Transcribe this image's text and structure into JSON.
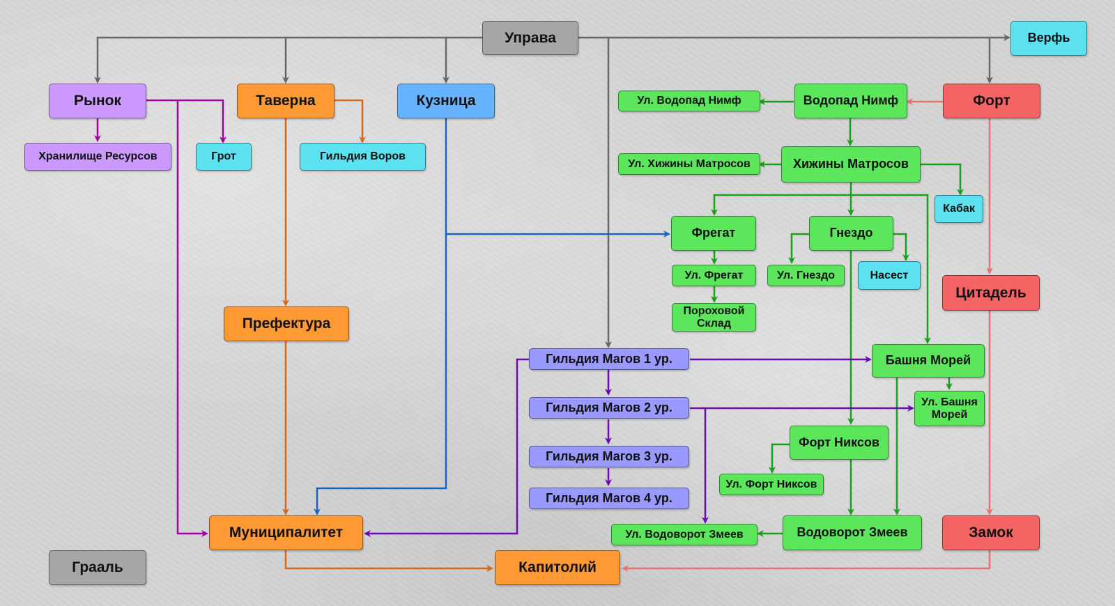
{
  "colors": {
    "gray": "#a6a6a6",
    "purple": "#cc99ff",
    "orange": "#ff9933",
    "blue": "#66b3ff",
    "cyan": "#5ce1f0",
    "green": "#5ce65c",
    "red": "#f56464",
    "violet": "#9999ff",
    "edge_gray": "#666666",
    "edge_purple": "#a000a0",
    "edge_orange": "#d2691e",
    "edge_blue": "#1565c0",
    "edge_green": "#1b9e1b",
    "edge_red": "#e57373",
    "edge_violet": "#6a0dad"
  },
  "nodes": {
    "uprava": "Управа",
    "verf": "Верфь",
    "rynok": "Рынок",
    "taverna": "Таверна",
    "kuznica": "Кузница",
    "ul_vodopad": "Ул. Водопад Нимф",
    "vodopad": "Водопад Нимф",
    "fort": "Форт",
    "hranilishe": "Хранилище Ресурсов",
    "grot": "Грот",
    "gildiya_vorov": "Гильдия Воров",
    "ul_hizhiny": "Ул. Хижины Матросов",
    "hizhiny": "Хижины Матросов",
    "kabak": "Кабак",
    "fregat": "Фрегат",
    "gnezdo": "Гнездо",
    "ul_fregat": "Ул. Фрегат",
    "ul_gnezdo": "Ул. Гнездо",
    "nasest": "Насест",
    "citadel": "Цитадель",
    "porohovoy": "Пороховой Склад",
    "prefektura": "Префектура",
    "mag1": "Гильдия Магов 1 ур.",
    "bashnya": "Башня Морей",
    "mag2": "Гильдия Магов 2 ур.",
    "ul_bashnya": "Ул. Башня Морей",
    "fort_niksov": "Форт Никсов",
    "mag3": "Гильдия Магов 3 ур.",
    "ul_fort_niksov": "Ул. Форт Никсов",
    "mag4": "Гильдия Магов 4 ур.",
    "municipalitet": "Муниципалитет",
    "ul_vodovorot": "Ул. Водоворот Змеев",
    "vodovorot": "Водоворот Змеев",
    "zamok": "Замок",
    "graal": "Грааль",
    "kapitoliy": "Капитолий"
  }
}
